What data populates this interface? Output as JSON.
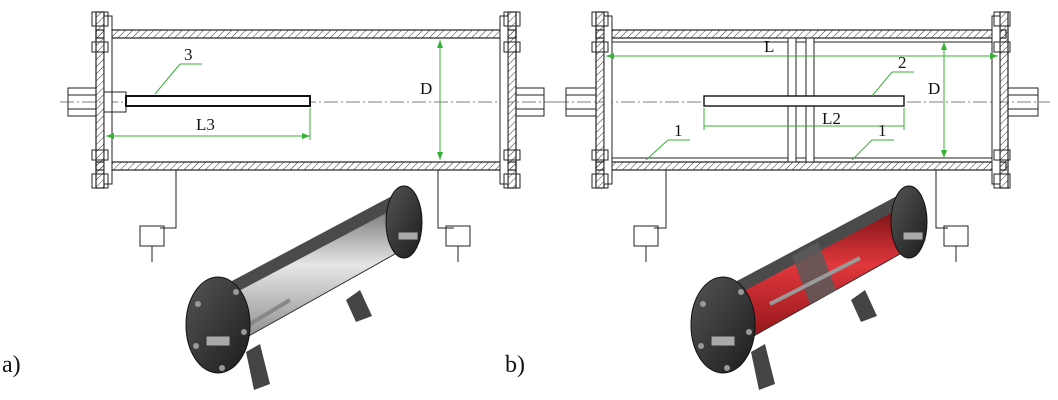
{
  "panel_a": {
    "label": "a)",
    "callouts": {
      "probe": "3"
    },
    "dimensions": {
      "probe_length": "L3",
      "diameter": "D"
    }
  },
  "panel_b": {
    "label": "b)",
    "callouts": {
      "left_lining": "1",
      "right_lining": "1",
      "probe": "2"
    },
    "dimensions": {
      "length": "L",
      "probe_length": "L2",
      "diameter": "D"
    }
  },
  "colors": {
    "dimension_lines": "#36b336",
    "lining_red": "#c0282d",
    "steel_grey": "#b8b8b8"
  }
}
